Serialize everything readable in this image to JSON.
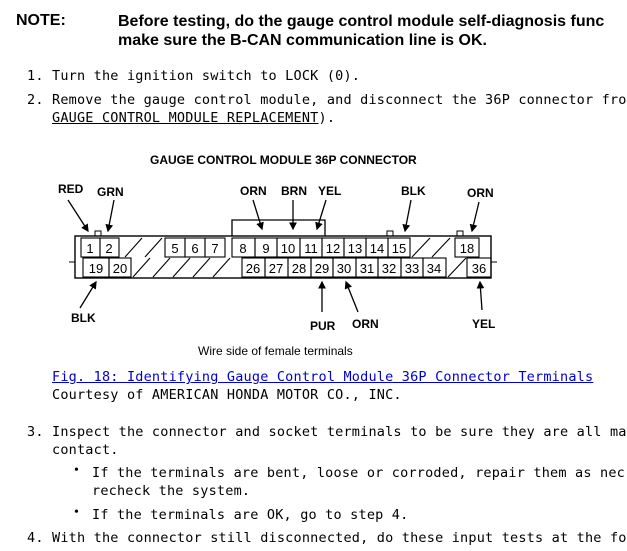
{
  "note": {
    "label": "NOTE:",
    "line1": "Before testing, do the gauge control module self-diagnosis func",
    "line2": "make sure the B-CAN communication line is OK."
  },
  "steps": {
    "s1_num": "1.",
    "s1_text": "Turn the ignition switch to LOCK (0).",
    "s2_num": "2.",
    "s2_text": "Remove the gauge control module, and disconnect the 36P connector fro",
    "s2_link": "GAUGE CONTROL MODULE REPLACEMENT",
    "s2_tail": ").",
    "s3_num": "3.",
    "s3_line1": "Inspect the connector and socket terminals to be sure they are all ma",
    "s3_line2": "contact.",
    "b1_line1": "If the terminals are bent, loose or corroded, repair them as nec",
    "b1_line2": "recheck the system.",
    "b2_text": "If the terminals are OK, go to step 4.",
    "s4_num": "4.",
    "s4_text": "With the connector still disconnected, do these input tests at the fo"
  },
  "diagram": {
    "title": "GAUGE CONTROL MODULE 36P CONNECTOR",
    "caption": "Wire side of female terminals",
    "wire_labels": {
      "red": "RED",
      "grn": "GRN",
      "orn_top1": "ORN",
      "brn": "BRN",
      "yel_top": "YEL",
      "blk_top": "BLK",
      "orn_top2": "ORN",
      "blk_bottom": "BLK",
      "pur": "PUR",
      "orn_bottom": "ORN",
      "yel_bottom": "YEL"
    },
    "top_row": [
      "1",
      "2",
      "",
      "",
      "5",
      "6",
      "7",
      "8",
      "9",
      "10",
      "11",
      "12",
      "13",
      "14",
      "15",
      "",
      "",
      "18"
    ],
    "bottom_row": [
      "19",
      "20",
      "",
      "",
      "",
      "",
      "",
      "26",
      "27",
      "28",
      "29",
      "30",
      "31",
      "32",
      "33",
      "34",
      "",
      "36"
    ]
  },
  "figure": {
    "link": "Fig. 18: Identifying Gauge Control Module 36P Connector Terminals",
    "courtesy": "Courtesy of AMERICAN HONDA MOTOR CO., INC."
  }
}
